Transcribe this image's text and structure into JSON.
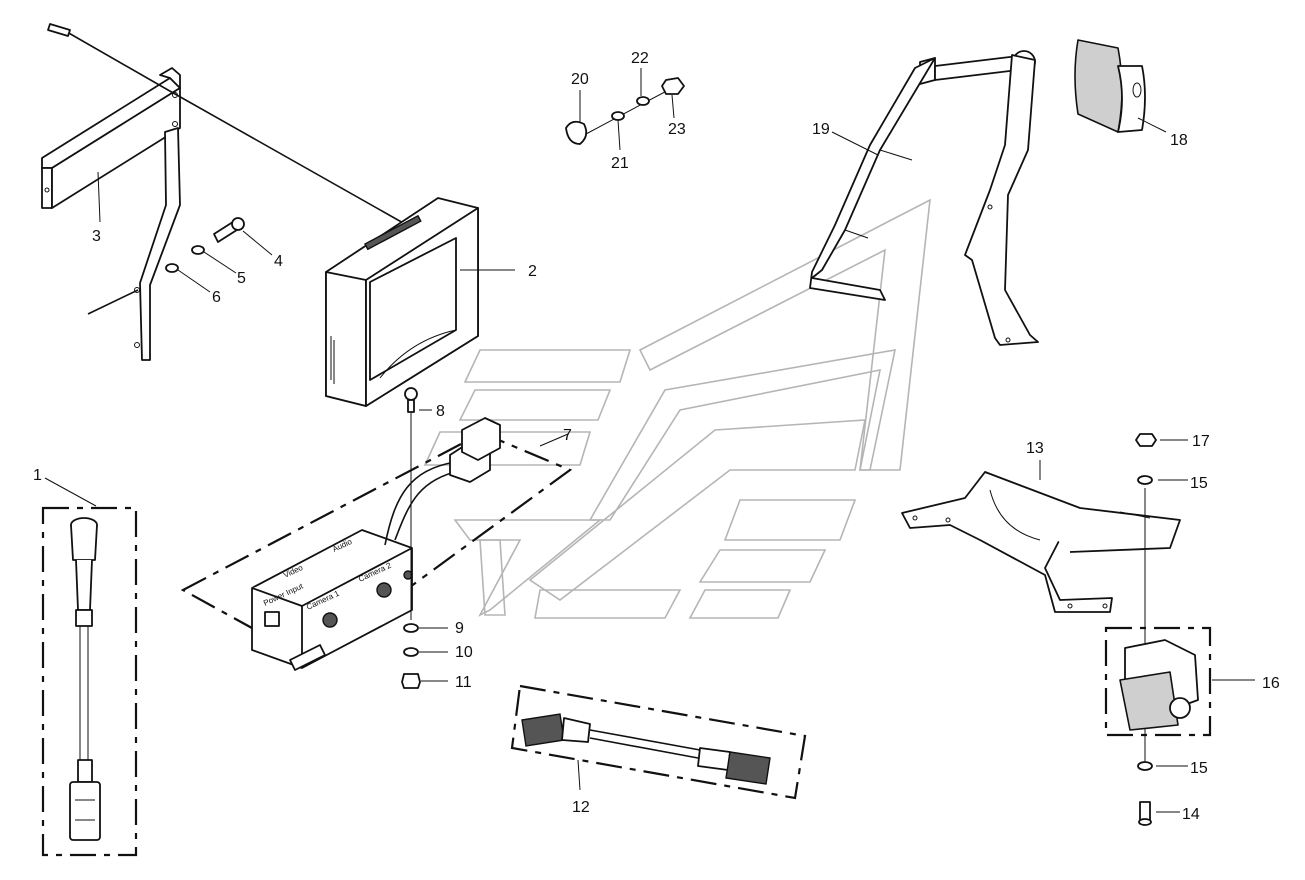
{
  "callouts": {
    "c1": "1",
    "c2": "2",
    "c3": "3",
    "c4": "4",
    "c5": "5",
    "c6": "6",
    "c7": "7",
    "c8": "8",
    "c9": "9",
    "c10": "10",
    "c11": "11",
    "c12": "12",
    "c13": "13",
    "c14": "14",
    "c15a": "15",
    "c15b": "15",
    "c16": "16",
    "c17": "17",
    "c18": "18",
    "c19": "19",
    "c20": "20",
    "c21": "21",
    "c22": "22",
    "c23": "23"
  },
  "control_box": {
    "video": "Video",
    "audio": "Audio",
    "power_input": "Power Input",
    "camera_1": "Camera 1",
    "camera_2": "Camera 2"
  }
}
